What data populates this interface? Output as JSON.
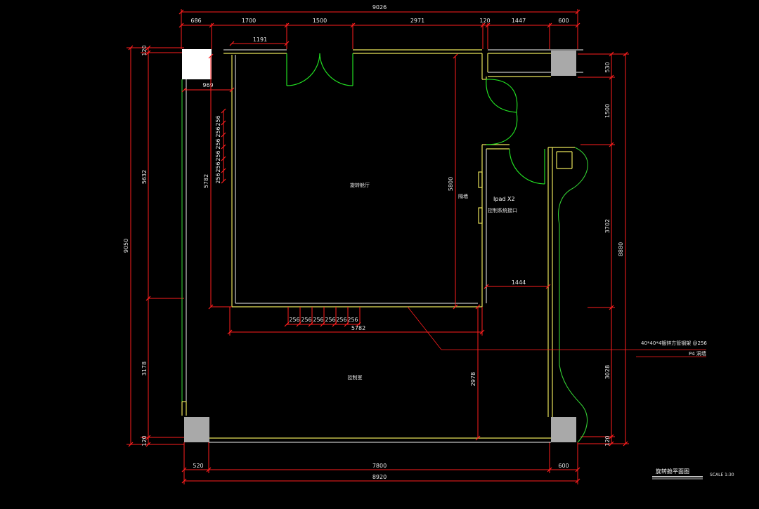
{
  "drawing": {
    "title": "旋转舱平面图",
    "scale": "SCALE 1:30"
  },
  "dims": {
    "top_total": "9026",
    "top_segments": [
      "686",
      "1700",
      "1500",
      "2971",
      "120",
      "1447",
      "600"
    ],
    "top_sub": "1191",
    "below_col": "969",
    "bottom_segments": [
      "520",
      "7800",
      "600"
    ],
    "bottom_total": "8920",
    "left_total": "9050",
    "left_top_small": "120",
    "left_upper": "5632",
    "left_lower": "3178",
    "left_bottom_small": "120",
    "inner_left": "5782",
    "inner_left_repeats": [
      "256",
      "256",
      "256",
      "256",
      "256",
      "256"
    ],
    "inner_bottom_repeats": [
      "256",
      "256",
      "256",
      "256",
      "256",
      "256"
    ],
    "inner_bottom": "5782",
    "inner_height": "5800",
    "right_segments": [
      "530",
      "1500",
      "3702",
      "3028",
      "120"
    ],
    "right_total": "8880",
    "corridor_width": "1444",
    "lower_room_height": "2978"
  },
  "labels": {
    "hall": "旋转舱厅",
    "lower_room": "控制室",
    "side_wall": "隔墙",
    "ipad": "Ipad X2",
    "interface": "控制系统接口",
    "note_steel": "40*40*4镀锌方管钢架 @256",
    "note_wall": "P4 洞墙"
  }
}
